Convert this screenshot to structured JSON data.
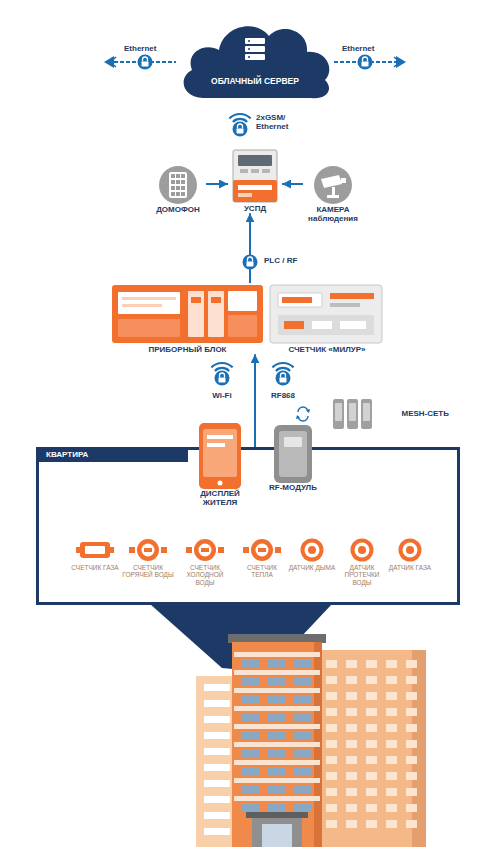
{
  "diagram": {
    "nodes": [
      {
        "text": [
          "ОБЛАЧНЫЙ СЕРВЕР"
        ]
      },
      {
        "text": [
          "ДОМОФОН"
        ]
      },
      {
        "text": [
          "УСПД"
        ]
      },
      {
        "text": [
          "КАМЕРА наблюдения"
        ]
      },
      {
        "text": [
          "ПРИБОРНЫЙ БЛОК"
        ]
      },
      {
        "text": [
          "СЧЕТЧИК «МИЛУР»"
        ]
      },
      {
        "text": [
          "MESH-СЕТЬ"
        ]
      },
      {
        "text": [
          "КВАРТИРА"
        ]
      },
      {
        "text": [
          "ДИСПЛЕЙ ЖИТЕЛЯ"
        ],
        "in": 7
      },
      {
        "text": [
          "RF-МОДУЛЬ"
        ],
        "in": 7
      },
      {
        "text": [
          "СЧЕТЧИК ГАЗА"
        ],
        "in": 7
      },
      {
        "text": [
          "СЧЕТЧИК ГОРЯЧЕЙ ВОДЫ"
        ],
        "in": 7
      },
      {
        "text": [
          "СЧЕТЧИК ХОЛОДНОЙ ВОДЫ"
        ],
        "in": 7
      },
      {
        "text": [
          "СЧЕТЧИК ТЕПЛА"
        ],
        "in": 7
      },
      {
        "text": [
          "ДАТЧИК ДЫМА"
        ],
        "in": 7
      },
      {
        "text": [
          "ДАТЧИК ПРОТЕЧКИ ВОДЫ"
        ],
        "in": 7
      },
      {
        "text": [
          "ДАТЧИК ГАЗА"
        ],
        "in": 7
      }
    ],
    "edges": [
      {
        "from": 1,
        "to": 2,
        "arrow": "to"
      },
      {
        "from": 3,
        "to": 2,
        "arrow": "to"
      },
      {
        "from": 4,
        "to": 2,
        "label": "PLC / RF",
        "arrow": "to"
      },
      {
        "from": 7,
        "to": 4,
        "arrow": "to"
      },
      {
        "from": 10,
        "to": 8,
        "arrow": "none"
      },
      {
        "from": 11,
        "to": 8,
        "arrow": "none"
      },
      {
        "from": 12,
        "to": 8,
        "arrow": "none"
      },
      {
        "from": 13,
        "to": 8,
        "arrow": "none"
      },
      {
        "from": 14,
        "to": 8,
        "arrow": "none"
      },
      {
        "from": 15,
        "to": 8,
        "arrow": "none"
      },
      {
        "from": 16,
        "to": 8,
        "arrow": "none"
      },
      {
        "from": 10,
        "to": 9,
        "arrow": "to"
      },
      {
        "from": 11,
        "to": 9,
        "arrow": "to"
      },
      {
        "from": 12,
        "to": 9,
        "arrow": "to"
      },
      {
        "from": 13,
        "to": 9,
        "arrow": "to"
      },
      {
        "from": 14,
        "to": 9,
        "arrow": "to"
      },
      {
        "from": 15,
        "to": 9,
        "arrow": "to"
      },
      {
        "from": 16,
        "to": 9,
        "arrow": "to"
      }
    ],
    "labels": [
      "Ethernet",
      "Ethernet",
      "2xGSM/ Ethernet",
      "Wi-Fi",
      "RF868"
    ]
  }
}
